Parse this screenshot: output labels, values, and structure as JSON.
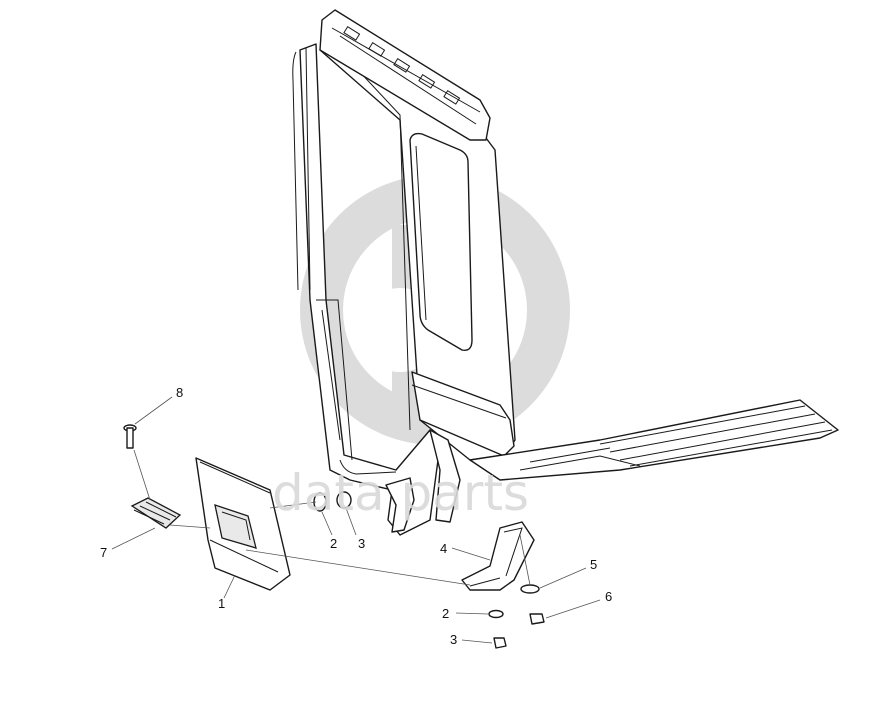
{
  "watermark": {
    "text": "data parts",
    "color": "#d6d6d6"
  },
  "callouts": [
    {
      "id": "1",
      "label": "1"
    },
    {
      "id": "2a",
      "label": "2"
    },
    {
      "id": "3a",
      "label": "3"
    },
    {
      "id": "4",
      "label": "4"
    },
    {
      "id": "5",
      "label": "5"
    },
    {
      "id": "2b",
      "label": "2"
    },
    {
      "id": "6",
      "label": "6"
    },
    {
      "id": "3b",
      "label": "3"
    },
    {
      "id": "7",
      "label": "7"
    },
    {
      "id": "8",
      "label": "8"
    }
  ]
}
